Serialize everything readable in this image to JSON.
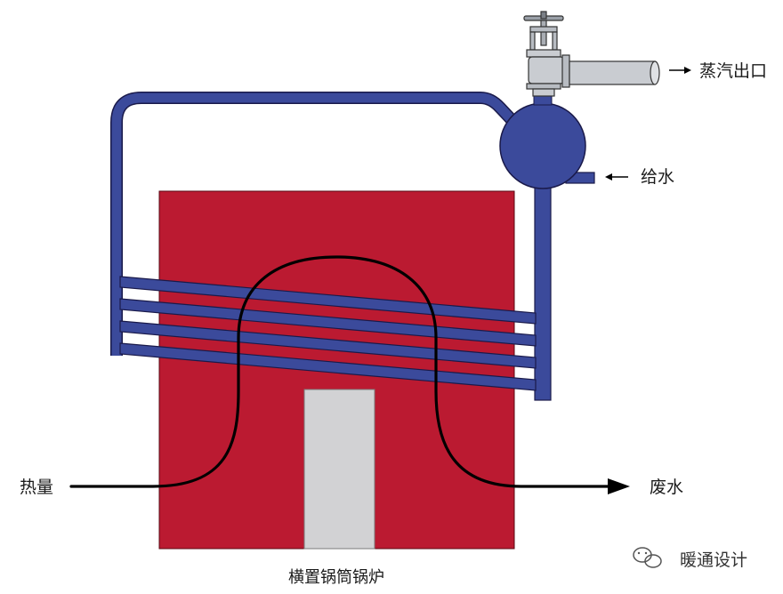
{
  "labels": {
    "steam_outlet": "蒸汽出口",
    "feed_water": "给水",
    "heat": "热量",
    "waste_water": "废水",
    "caption": "横置锅筒锅炉"
  },
  "watermark": {
    "text": "暖通设计",
    "icon": "wechat-icon"
  },
  "colors": {
    "furnace": "#bb1a31",
    "pipe": "#3b4a9b",
    "pipe_outline": "#1a1a4a",
    "firebox": "#d2d2d4",
    "valve": "#c9ccd1"
  },
  "icons": [
    "steam-valve-icon",
    "arrow-right-icon",
    "arrow-left-icon",
    "wechat-icon"
  ]
}
